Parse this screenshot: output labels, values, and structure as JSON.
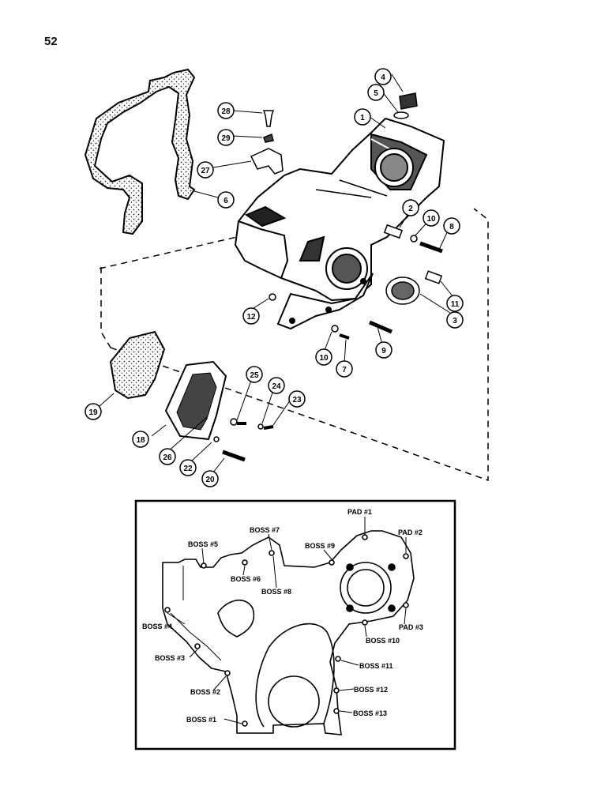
{
  "page": {
    "number": "52"
  },
  "callouts": [
    "1",
    "2",
    "3",
    "4",
    "5",
    "6",
    "7",
    "8",
    "9",
    "10",
    "10",
    "11",
    "12",
    "18",
    "19",
    "20",
    "22",
    "23",
    "24",
    "25",
    "26",
    "27",
    "28",
    "29"
  ],
  "inset": {
    "labels": [
      "PAD #1",
      "PAD #2",
      "PAD #3",
      "BOSS #1",
      "BOSS #2",
      "BOSS #3",
      "BOSS #4",
      "BOSS #5",
      "BOSS #6",
      "BOSS #7",
      "BOSS #8",
      "BOSS #9",
      "BOSS #10",
      "BOSS #11",
      "BOSS #12",
      "BOSS #13"
    ]
  }
}
